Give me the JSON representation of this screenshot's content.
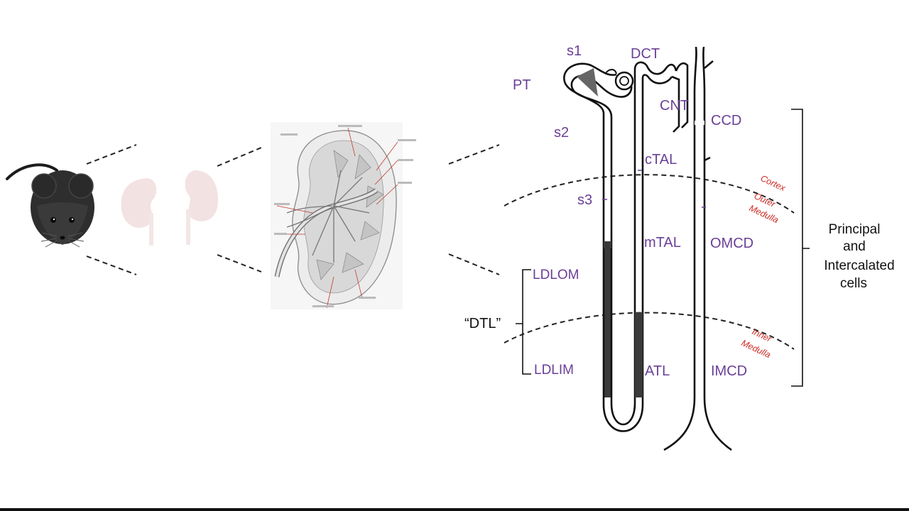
{
  "colors": {
    "segment_label": "#6a3f97",
    "zone_label": "#cc2a24",
    "annotation": "#111111",
    "kidney_faded": "#f0dcdc"
  },
  "icons": {
    "mouse": "mouse-icon",
    "kidney_pair": "kidney-icon",
    "kidney_section": "kidney-cross-section-illustration",
    "nephron": "nephron-diagram"
  },
  "nephron": {
    "segments": {
      "s1": "s1",
      "dct": "DCT",
      "pt": "PT",
      "cnt": "CNT",
      "ccd": "CCD",
      "s2": "s2",
      "ctal": "cTAL",
      "s3": "s3",
      "mtal": "mTAL",
      "omcd": "OMCD",
      "ldlom": "LDLOM",
      "ldlim": "LDLIM",
      "atl": "ATL",
      "imcd": "IMCD"
    },
    "dtl_label": "“DTL”",
    "zones": {
      "cortex": "Cortex",
      "outer_1": "Outer",
      "outer_2": "Medulla",
      "inner_1": "Inner",
      "inner_2": "Medulla"
    },
    "cells_label": {
      "line1": "Principal",
      "line2": "and",
      "line3": "Intercalated",
      "line4": "cells"
    }
  }
}
